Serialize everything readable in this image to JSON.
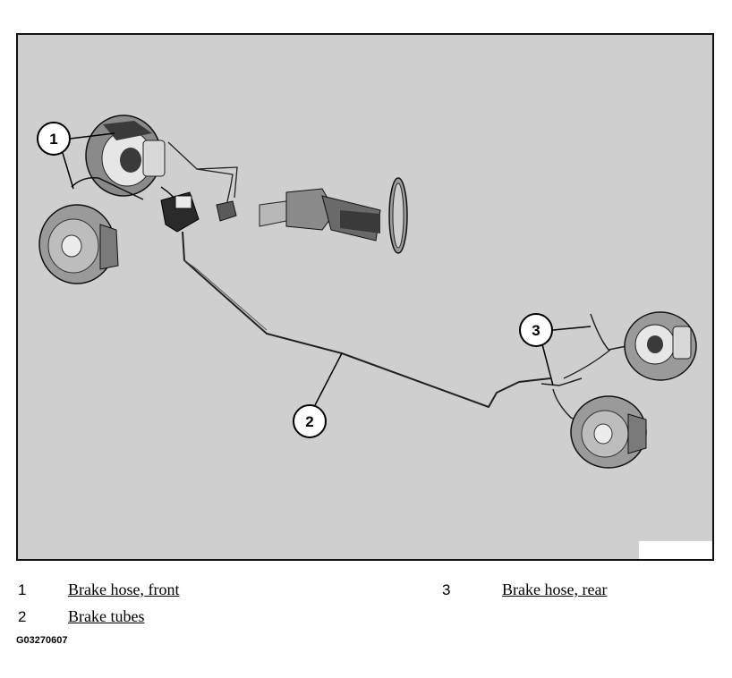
{
  "figure": {
    "callouts": [
      {
        "number": "1",
        "part": "front-brake-hose"
      },
      {
        "number": "2",
        "part": "brake-tubes"
      },
      {
        "number": "3",
        "part": "rear-brake-hose"
      }
    ],
    "colors": {
      "background": "#cfcfcf",
      "line": "#111111",
      "part_dark": "#3a3a3a",
      "part_mid": "#8a8a8a",
      "part_light": "#e6e6e6"
    }
  },
  "legend": [
    {
      "number": "1",
      "label": "Brake hose, front"
    },
    {
      "number": "2",
      "label": "Brake tubes"
    },
    {
      "number": "3",
      "label": "Brake hose, rear"
    }
  ],
  "figure_code": "G03270607"
}
